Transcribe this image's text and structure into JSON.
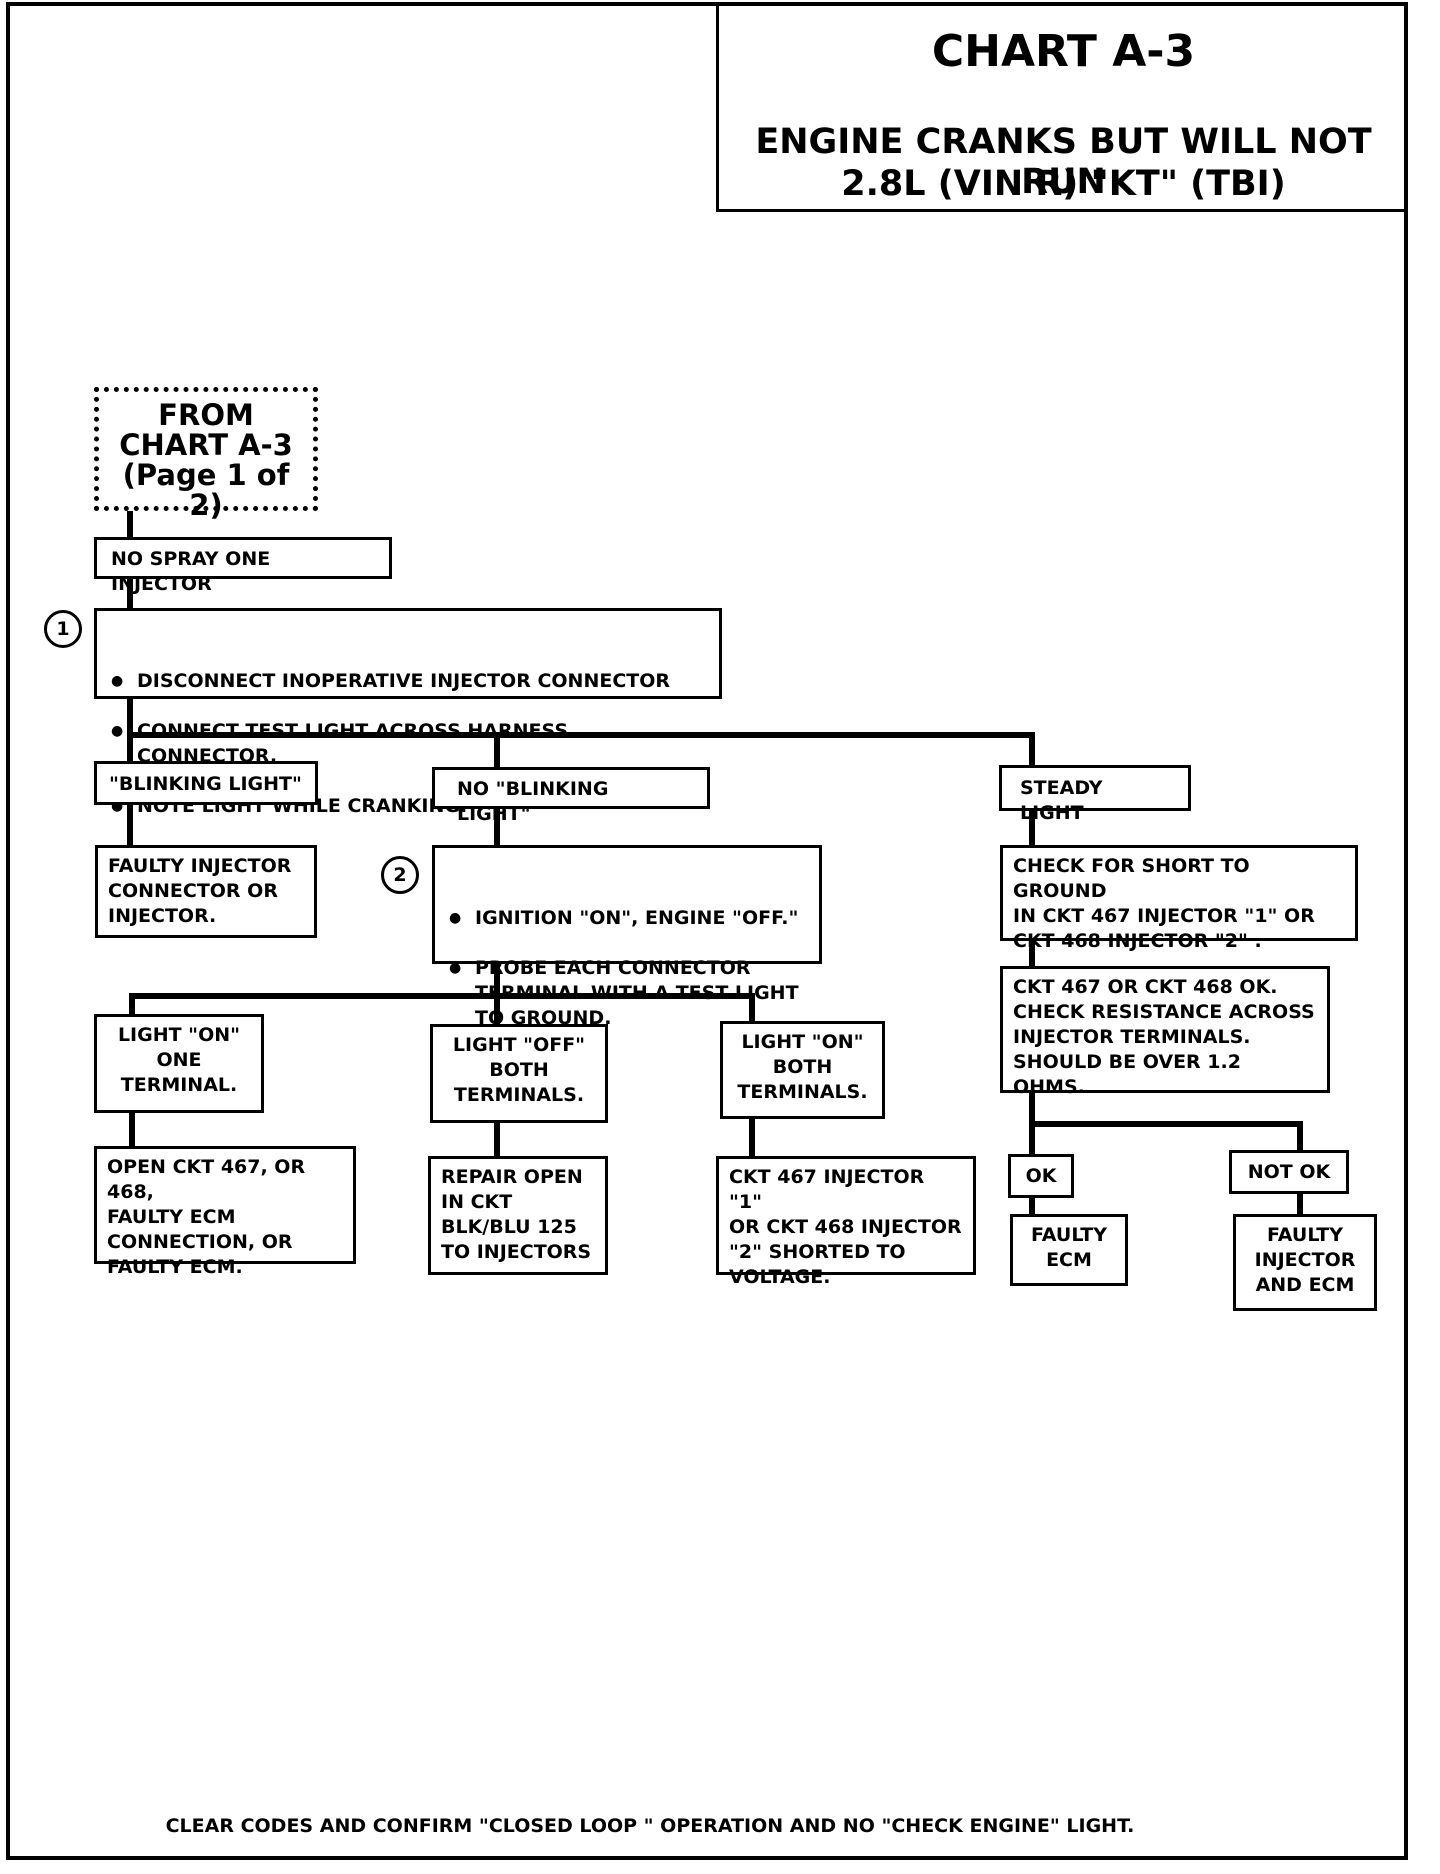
{
  "title": {
    "chart": "CHART A-3",
    "line1": "ENGINE CRANKS BUT WILL NOT RUN",
    "line2": "2.8L  (VIN R)  \"KT\"  (TBI)"
  },
  "nodes": {
    "from": "FROM\nCHART A-3\n(Page 1 of 2)",
    "no_spray": "NO SPRAY ONE INJECTOR",
    "step1": {
      "number": "1",
      "items": [
        "DISCONNECT INOPERATIVE INJECTOR CONNECTOR",
        "CONNECT TEST LIGHT ACROSS HARNESS CONNECTOR.",
        "NOTE LIGHT WHILE CRANKING."
      ]
    },
    "blinking": "\"BLINKING LIGHT\"",
    "no_blinking": "NO \"BLINKING LIGHT\"",
    "steady": "STEADY LIGHT",
    "faulty_injector_conn": "FAULTY INJECTOR\nCONNECTOR OR\nINJECTOR.",
    "step2": {
      "number": "2",
      "items": [
        "IGNITION \"ON\", ENGINE \"OFF.\"",
        "PROBE EACH CONNECTOR\nTERMINAL WITH  A TEST LIGHT\nTO GROUND."
      ]
    },
    "check_short": "CHECK FOR SHORT TO GROUND\nIN CKT 467 INJECTOR \"1\" OR\nCKT 468 INJECTOR \"2\" .",
    "ckt_ok": "CKT 467 OR CKT 468 OK.\nCHECK RESISTANCE ACROSS\nINJECTOR TERMINALS.\nSHOULD BE OVER 1.2 OHMS.",
    "light_on_one": "LIGHT \"ON\"\nONE\nTERMINAL.",
    "light_off_both": "LIGHT \"OFF\"\nBOTH\nTERMINALS.",
    "light_on_both": "LIGHT \"ON\"\nBOTH\nTERMINALS.",
    "ok": "OK",
    "not_ok": "NOT OK",
    "open_ckt": "OPEN CKT 467, OR 468,\nFAULTY ECM\nCONNECTION, OR\nFAULTY ECM.",
    "repair_open": "REPAIR OPEN\nIN CKT\nBLK/BLU 125\nTO INJECTORS",
    "shorted_voltage": "CKT 467 INJECTOR \"1\"\nOR CKT 468 INJECTOR\n\"2\" SHORTED TO\nVOLTAGE.",
    "faulty_ecm": "FAULTY\nECM",
    "faulty_injector_ecm": "FAULTY\nINJECTOR\nAND ECM"
  },
  "footer": "CLEAR CODES AND CONFIRM \"CLOSED LOOP \" OPERATION AND NO \"CHECK ENGINE\" LIGHT."
}
